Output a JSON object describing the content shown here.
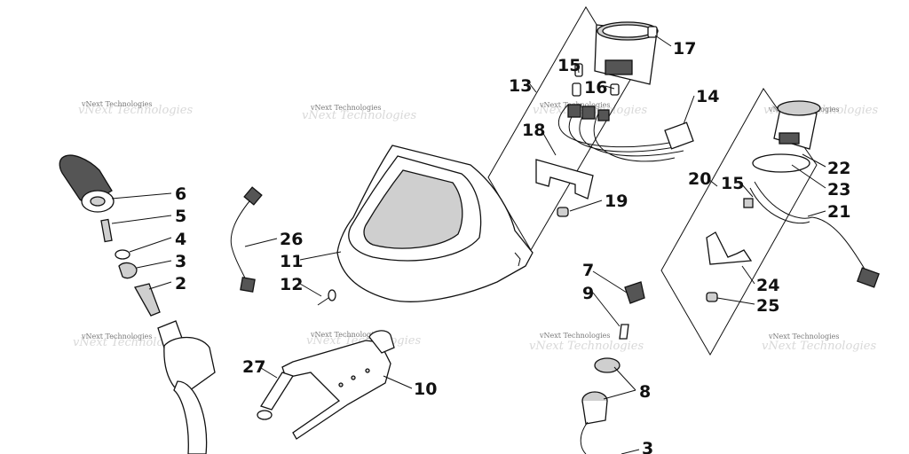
{
  "watermark": {
    "text": "vNext Technologies"
  },
  "callouts": [
    {
      "id": "c17",
      "label": "17"
    },
    {
      "id": "c15a",
      "label": "15"
    },
    {
      "id": "c16",
      "label": "16"
    },
    {
      "id": "c13",
      "label": "13"
    },
    {
      "id": "c14",
      "label": "14"
    },
    {
      "id": "c18",
      "label": "18"
    },
    {
      "id": "c19",
      "label": "19"
    },
    {
      "id": "c20",
      "label": "20"
    },
    {
      "id": "c15b",
      "label": "15"
    },
    {
      "id": "c22",
      "label": "22"
    },
    {
      "id": "c23",
      "label": "23"
    },
    {
      "id": "c21",
      "label": "21"
    },
    {
      "id": "c24",
      "label": "24"
    },
    {
      "id": "c25",
      "label": "25"
    },
    {
      "id": "c6",
      "label": "6"
    },
    {
      "id": "c5",
      "label": "5"
    },
    {
      "id": "c4",
      "label": "4"
    },
    {
      "id": "c3a",
      "label": "3"
    },
    {
      "id": "c2",
      "label": "2"
    },
    {
      "id": "c26",
      "label": "26"
    },
    {
      "id": "c11",
      "label": "11"
    },
    {
      "id": "c12",
      "label": "12"
    },
    {
      "id": "c7",
      "label": "7"
    },
    {
      "id": "c9",
      "label": "9"
    },
    {
      "id": "c8",
      "label": "8"
    },
    {
      "id": "c3b",
      "label": "3"
    },
    {
      "id": "c27",
      "label": "27"
    },
    {
      "id": "c10",
      "label": "10"
    }
  ]
}
